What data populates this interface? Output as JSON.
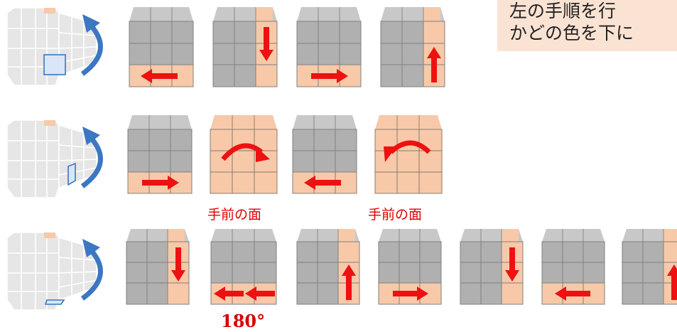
{
  "note": {
    "line1": "左の手順を行",
    "line2": "かどの色を下に"
  },
  "labels": {
    "front_face_a": "手前の面",
    "front_face_b": "手前の面",
    "half_turn": "180°"
  },
  "colors": {
    "cube_gray": "#b0b0b0",
    "cube_top": "#c8c8c8",
    "highlight_peach": "#f7c9a8",
    "arrow_red": "#ee1111",
    "turn_blue": "#3b77c2",
    "note_bg": "#fbe3d3"
  },
  "rows": [
    {
      "name": "row-1",
      "hint": "move-down-right-sticker",
      "steps": [
        "bottom-row-left",
        "right-column-down",
        "bottom-row-right",
        "right-column-up"
      ]
    },
    {
      "name": "row-2",
      "hint": "move-right-face-sticker",
      "steps": [
        "bottom-row-right",
        "front-face-clockwise",
        "bottom-row-left",
        "front-face-counterclockwise"
      ]
    },
    {
      "name": "row-3",
      "hint": "move-bottom-face-sticker",
      "steps": [
        "right-column-down",
        "bottom-row-half-turn",
        "right-column-up",
        "bottom-row-right",
        "right-column-down",
        "bottom-row-left",
        "right-column-up"
      ]
    }
  ]
}
